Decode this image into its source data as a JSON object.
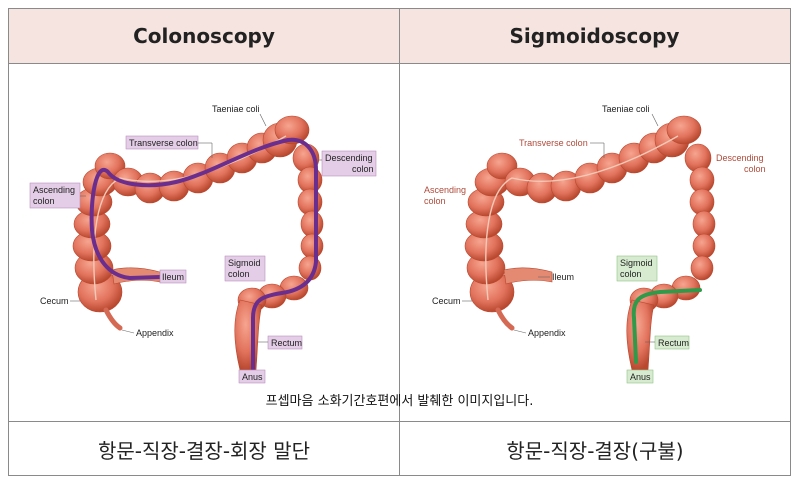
{
  "left": {
    "title": "Colonoscopy",
    "footer": "항문-직장-결장-회장 말단",
    "labels": {
      "taeniae": "Taeniae coli",
      "transverse": "Transverse colon",
      "descending_1": "Descending",
      "descending_2": "colon",
      "ascending_1": "Ascending",
      "ascending_2": "colon",
      "ileum": "Ileum",
      "cecum": "Cecum",
      "appendix": "Appendix",
      "sigmoid_1": "Sigmoid",
      "sigmoid_2": "colon",
      "rectum": "Rectum",
      "anus": "Anus"
    }
  },
  "right": {
    "title": "Sigmoidoscopy",
    "footer": "항문-직장-결장(구불)",
    "labels": {
      "taeniae": "Taeniae coli",
      "transverse": "Transverse colon",
      "descending_1": "Descending",
      "descending_2": "colon",
      "ascending_1": "Ascending",
      "ascending_2": "colon",
      "ileum": "Ileum",
      "cecum": "Cecum",
      "appendix": "Appendix",
      "sigmoid_1": "Sigmoid",
      "sigmoid_2": "colon",
      "rectum": "Rectum",
      "anus": "Anus"
    }
  },
  "caption": "프셉마음 소화기간호편에서 발췌한 이미지입니다.",
  "colors": {
    "header_bg": "#f6e4e0",
    "colon_fill": "#e2735d",
    "colon_dark": "#c9553f",
    "scope_colonoscopy": "#6a2e8f",
    "scope_sigmoidoscopy": "#2e9a4a",
    "label_purple_bg": "#e4cde6",
    "label_green_bg": "#d6ebcf"
  }
}
